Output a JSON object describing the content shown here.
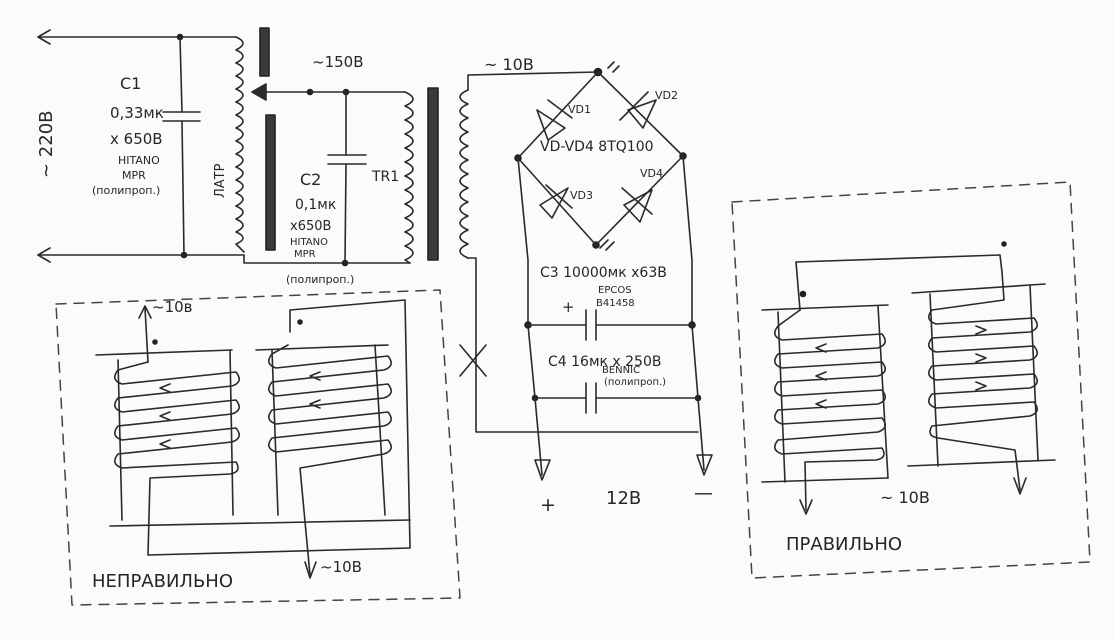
{
  "mains_label": "~ 220В",
  "c1": {
    "name": "C1",
    "cap": "0,33мк",
    "volt": "х 650В",
    "brand": "HITANO",
    "type": "MPR",
    "note": "(полипроп.)"
  },
  "latr_label": "ЛАТР",
  "v150_label": "~150В",
  "c2": {
    "name": "C2",
    "cap": "0,1мк",
    "volt": "х650В",
    "brand": "HITANO",
    "type": "MPR",
    "note": "(полипроп.)"
  },
  "tr1_label": "TR1",
  "v10_label": "~ 10В",
  "bridge": {
    "vd1": "VD1",
    "vd2": "VD2",
    "vd3": "VD3",
    "vd4": "VD4",
    "part": "VD-VD4 8TQ100"
  },
  "c3": {
    "label": "C3 10000мк х63В",
    "brand": "EPCOS",
    "code": "B41458",
    "plus": "+"
  },
  "c4": {
    "label": "C4 16мк х 250В",
    "brand": "BENNIC",
    "note": "(полипроп.)"
  },
  "out": {
    "plus": "+",
    "voltage": "12В",
    "minus": "—"
  },
  "wrong": {
    "caption": "НЕПРАВИЛЬНО",
    "top_label": "~10в",
    "bottom_label": "~10В"
  },
  "right": {
    "caption": "ПРАВИЛЬНО",
    "bottom_label": "~ 10В"
  }
}
